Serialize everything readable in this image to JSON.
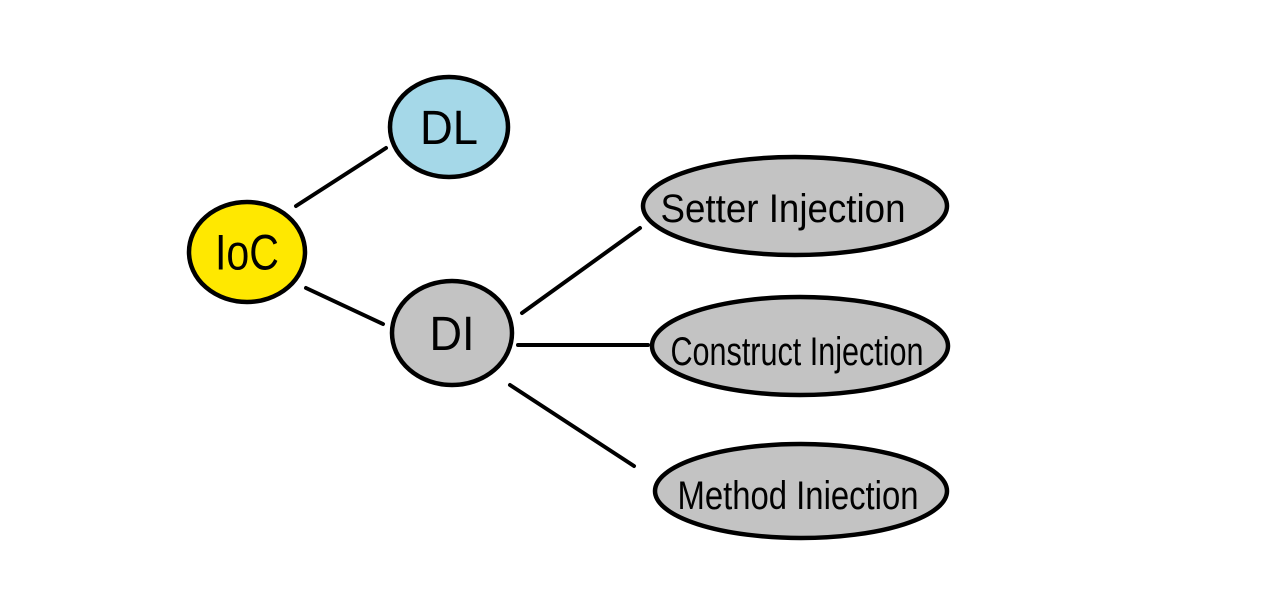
{
  "diagram": {
    "background_color": "#ffffff",
    "edge_color": "#000000",
    "text_color": "#000000",
    "nodes": {
      "ioc": {
        "label": "IoC",
        "fill": "#ffe800"
      },
      "dl": {
        "label": "DL",
        "fill": "#a5d8e8"
      },
      "di": {
        "label": "DI",
        "fill": "#c3c3c3"
      },
      "setter_injection": {
        "label": "Setter Injection",
        "fill": "#c3c3c3"
      },
      "construct_injection": {
        "label": "Construct Injection",
        "fill": "#c3c3c3"
      },
      "method_injection": {
        "label": "Method Iniection",
        "fill": "#c3c3c3"
      }
    },
    "edges": [
      {
        "from": "IoC",
        "to": "DL"
      },
      {
        "from": "IoC",
        "to": "DI"
      },
      {
        "from": "DI",
        "to": "Setter Injection"
      },
      {
        "from": "DI",
        "to": "Construct Injection"
      },
      {
        "from": "DI",
        "to": "Method Iniection"
      }
    ]
  }
}
